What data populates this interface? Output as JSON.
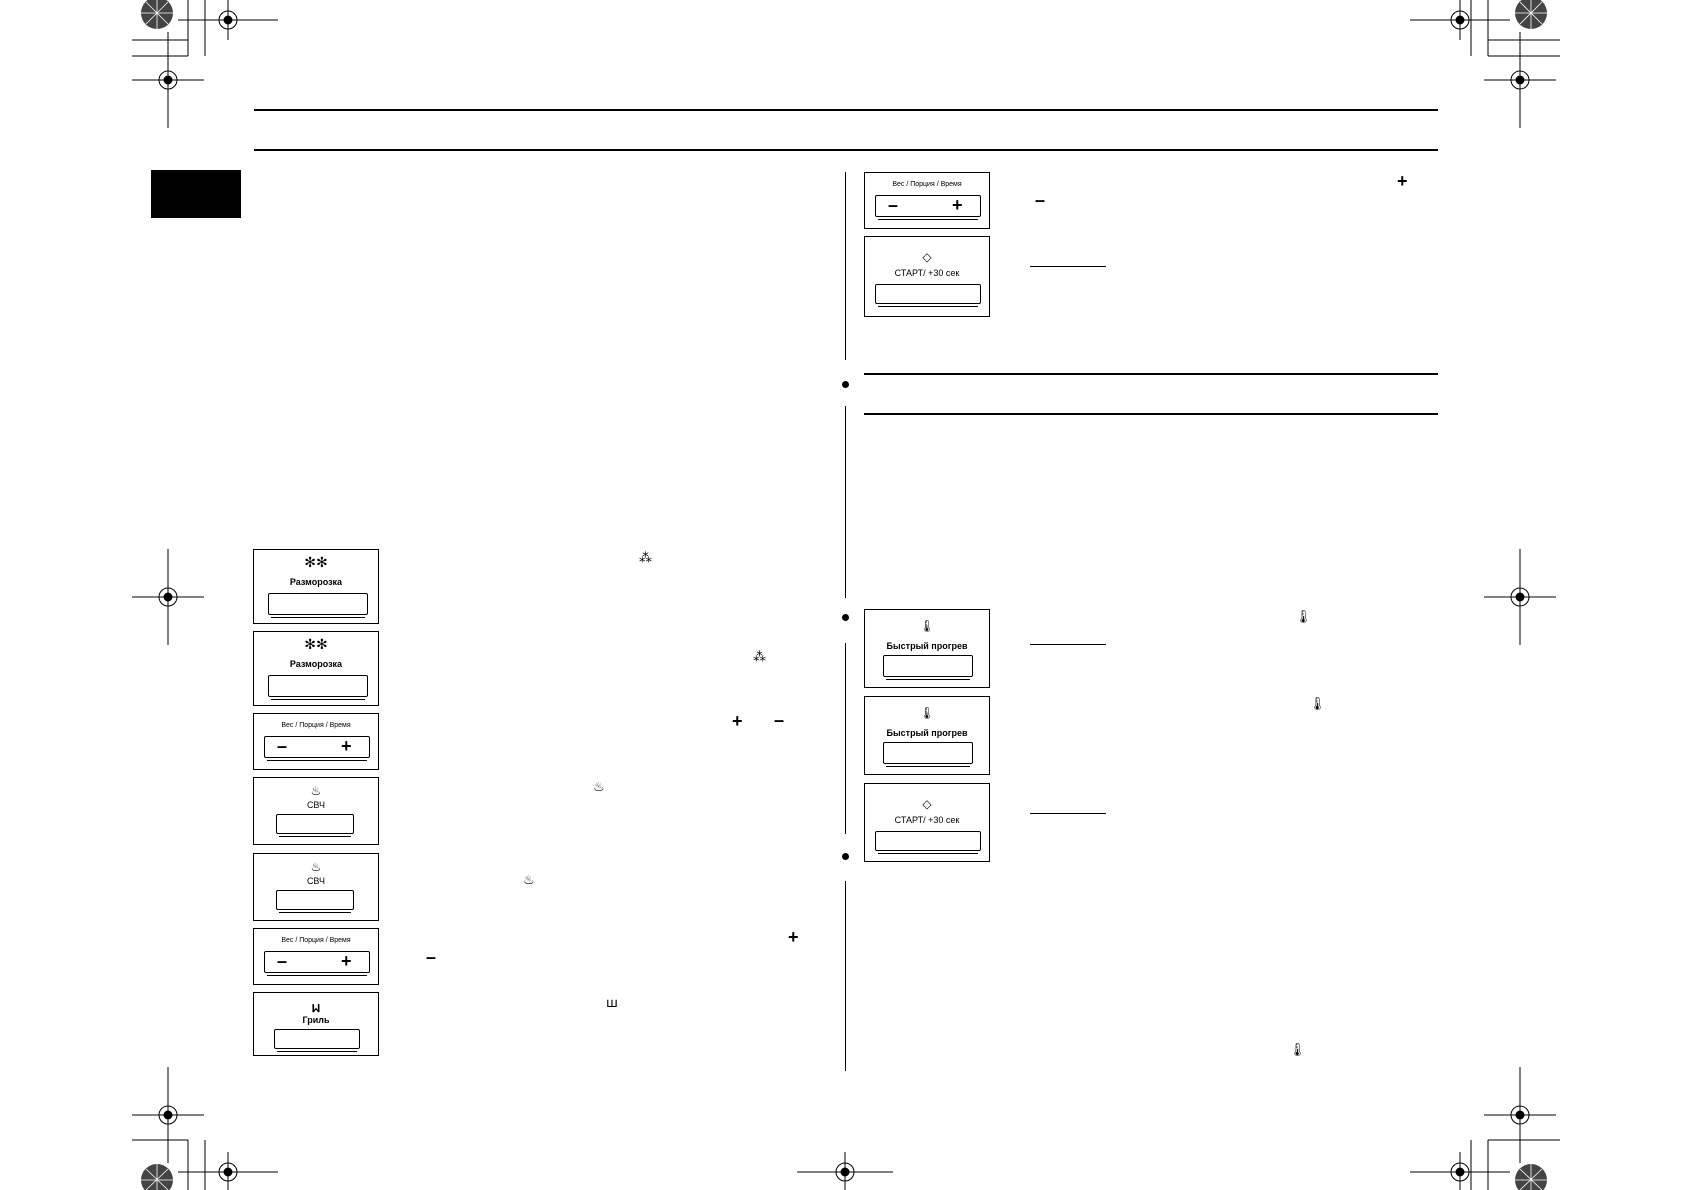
{
  "panels": {
    "defrost_label": "Разморозка",
    "weight_label": "Вес / Порция / Время",
    "microwave_label": "СВЧ",
    "grill_label": "Гриль",
    "start_label": "СТАРТ/ +30 сек",
    "quick_heat_label": "Быстрый прогрев",
    "minus": "–",
    "plus": "+"
  },
  "icons": {
    "defrost": "defrost-icon",
    "microwave": "microwave-icon",
    "grill": "grill-icon",
    "start": "start-icon",
    "quick_heat": "thermometer-icon"
  },
  "inline_symbols": {
    "plus": "+",
    "minus": "–",
    "defrost": "⁂",
    "microwave": "♨",
    "grill": "ꟺ",
    "thermo": "🌡"
  }
}
